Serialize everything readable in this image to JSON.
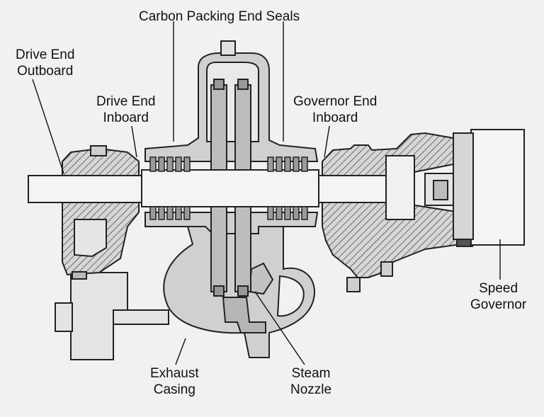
{
  "labels": {
    "carbon_packing": "Carbon Packing End Seals",
    "drive_end_outboard_1": "Drive End",
    "drive_end_outboard_2": "Outboard",
    "drive_end_inboard_1": "Drive End",
    "drive_end_inboard_2": "Inboard",
    "governor_end_inboard_1": "Governor End",
    "governor_end_inboard_2": "Inboard",
    "speed_governor_1": "Speed",
    "speed_governor_2": "Governor",
    "exhaust_casing_1": "Exhaust",
    "exhaust_casing_2": "Casing",
    "steam_nozzle_1": "Steam",
    "steam_nozzle_2": "Nozzle"
  },
  "colors": {
    "background": "#f1f1f1",
    "metal": "#d2d2d2",
    "metal_dark": "#aaaaaa",
    "ink": "#111111"
  }
}
